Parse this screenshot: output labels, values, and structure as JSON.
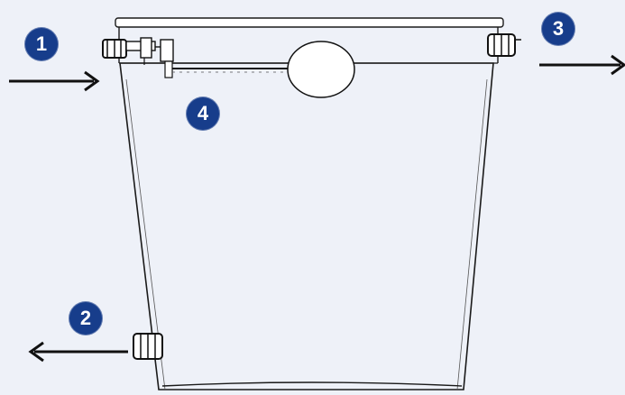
{
  "badges": {
    "inlet": "1",
    "drain_outlet": "2",
    "overflow_outlet": "3",
    "float_valve": "4"
  },
  "colors": {
    "badge": "#173d8b",
    "background": "#eef1f8",
    "line": "#1a1a1a"
  }
}
